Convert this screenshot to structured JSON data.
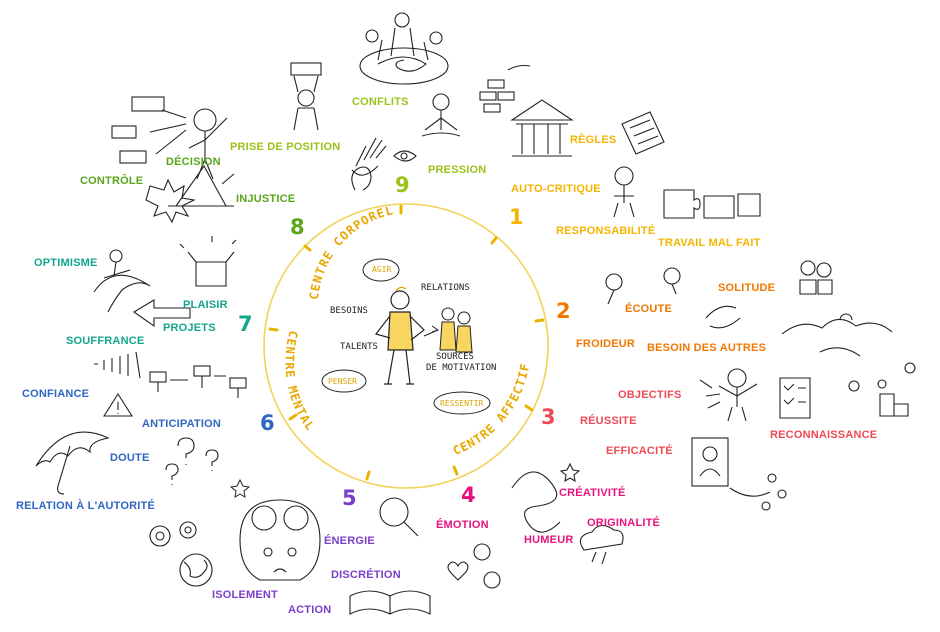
{
  "center": {
    "ring_top": "CENTRE CORPOREL",
    "ring_left": "CENTRE MENTAL",
    "ring_right": "CENTRE AFFECTIF",
    "agir": "AGIR",
    "penser": "PENSER",
    "ressentir": "RESSENTIR",
    "besoins": "BESOINS",
    "relations": "RELATIONS",
    "talents": "TALENTS",
    "sources_1": "SOURCES",
    "sources_2": "DE MOTIVATION"
  },
  "numbers": [
    "1",
    "2",
    "3",
    "4",
    "5",
    "6",
    "7",
    "8",
    "9"
  ],
  "colors": {
    "ring": "#f2d35a",
    "c1": "#f5b400",
    "c2": "#f07800",
    "c3": "#ee4a55",
    "c4": "#e8127f",
    "c5": "#7a3fc8",
    "c6": "#2e66c2",
    "c7": "#13a58c",
    "c8": "#5aa51c",
    "c9": "#9cc21a"
  },
  "labels": {
    "conflits": "CONFLITS",
    "pression": "PRESSION",
    "prise_position": "PRISE DE POSITION",
    "decision": "DÉCISION",
    "controle": "CONTRÔLE",
    "injustice": "INJUSTICE",
    "regles": "RÈGLES",
    "auto_critique": "AUTO-CRITIQUE",
    "responsabilite": "RESPONSABILITÉ",
    "travail_mal_fait": "TRAVAIL MAL FAIT",
    "solitude": "SOLITUDE",
    "ecoute": "ÉCOUTE",
    "froideur": "FROIDEUR",
    "besoin_autres": "BESOIN DES AUTRES",
    "objectifs": "OBJECTIFS",
    "reussite": "RÉUSSITE",
    "efficacite": "EFFICACITÉ",
    "reconnaissance": "RECONNAISSANCE",
    "creativite": "CRÉATIVITÉ",
    "originalite": "ORIGINALITÉ",
    "emotion": "ÉMOTION",
    "humeur": "HUMEUR",
    "energie": "ÉNERGIE",
    "discretion": "DISCRÉTION",
    "isolement": "ISOLEMENT",
    "action": "ACTION",
    "optimisme": "OPTIMISME",
    "plaisir": "PLAISIR",
    "projets": "PROJETS",
    "souffrance": "SOUFFRANCE",
    "confiance": "CONFIANCE",
    "anticipation": "ANTICIPATION",
    "doute": "DOUTE",
    "relation_autorite": "RELATION À L'AUTORITÉ"
  }
}
